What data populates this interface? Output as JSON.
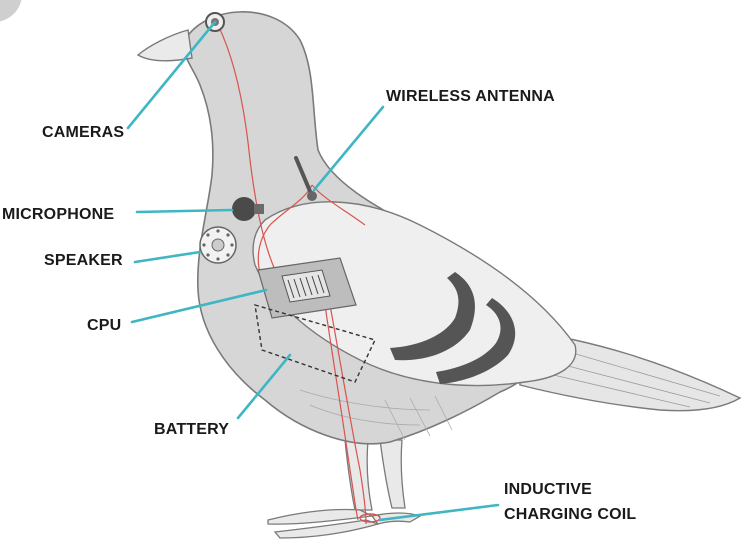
{
  "diagram": {
    "labels": {
      "cameras": "CAMERAS",
      "wireless_antenna": "WIRELESS ANTENNA",
      "microphone": "MICROPHONE",
      "speaker": "SPEAKER",
      "cpu": "CPU",
      "battery": "BATTERY",
      "inductive_line1": "INDUCTIVE",
      "inductive_line2": "CHARGING COIL"
    },
    "colors": {
      "leader": "#3fb6c4",
      "wire": "#d9534f",
      "body": "#d6d6d6",
      "wing": "#efefef",
      "stripe": "#555555",
      "outline": "#7a7a7a",
      "text": "#1a1a1a"
    }
  }
}
